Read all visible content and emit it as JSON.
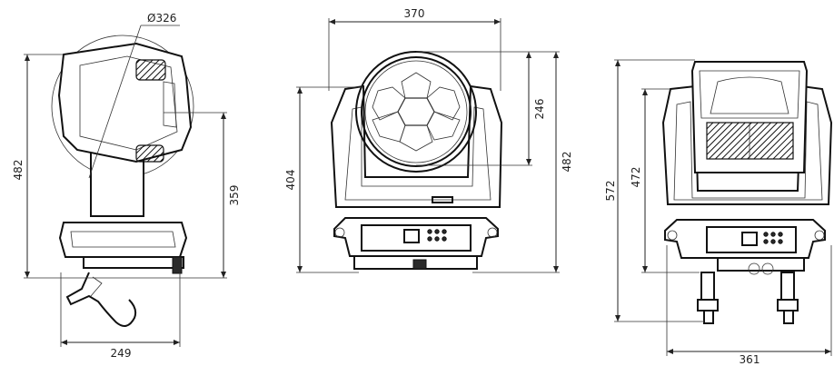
{
  "dimensions": {
    "side_view": {
      "diameter": "Ø326",
      "total_height": "482",
      "pivot_height": "359",
      "base_width": "249"
    },
    "front_view": {
      "head_width": "370",
      "lens_height": "246",
      "body_height": "404",
      "total_height": "482"
    },
    "rear_view": {
      "body_height": "472",
      "total_height": "572",
      "clamp_width": "361"
    }
  }
}
